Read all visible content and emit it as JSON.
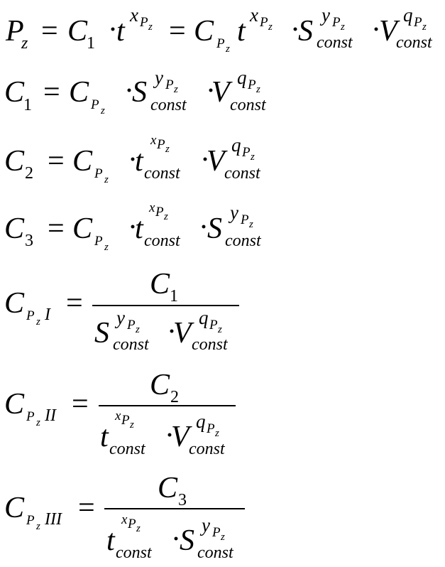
{
  "symbols": {
    "P": "P",
    "C": "C",
    "t": "t",
    "S": "S",
    "V": "V",
    "z": "z",
    "x": "x",
    "y": "y",
    "q": "q",
    "equals": "=",
    "dot": "·",
    "const": "const",
    "one": "1",
    "two": "2",
    "three": "3",
    "roman_I": "I",
    "roman_II": "II",
    "roman_III": "III"
  }
}
